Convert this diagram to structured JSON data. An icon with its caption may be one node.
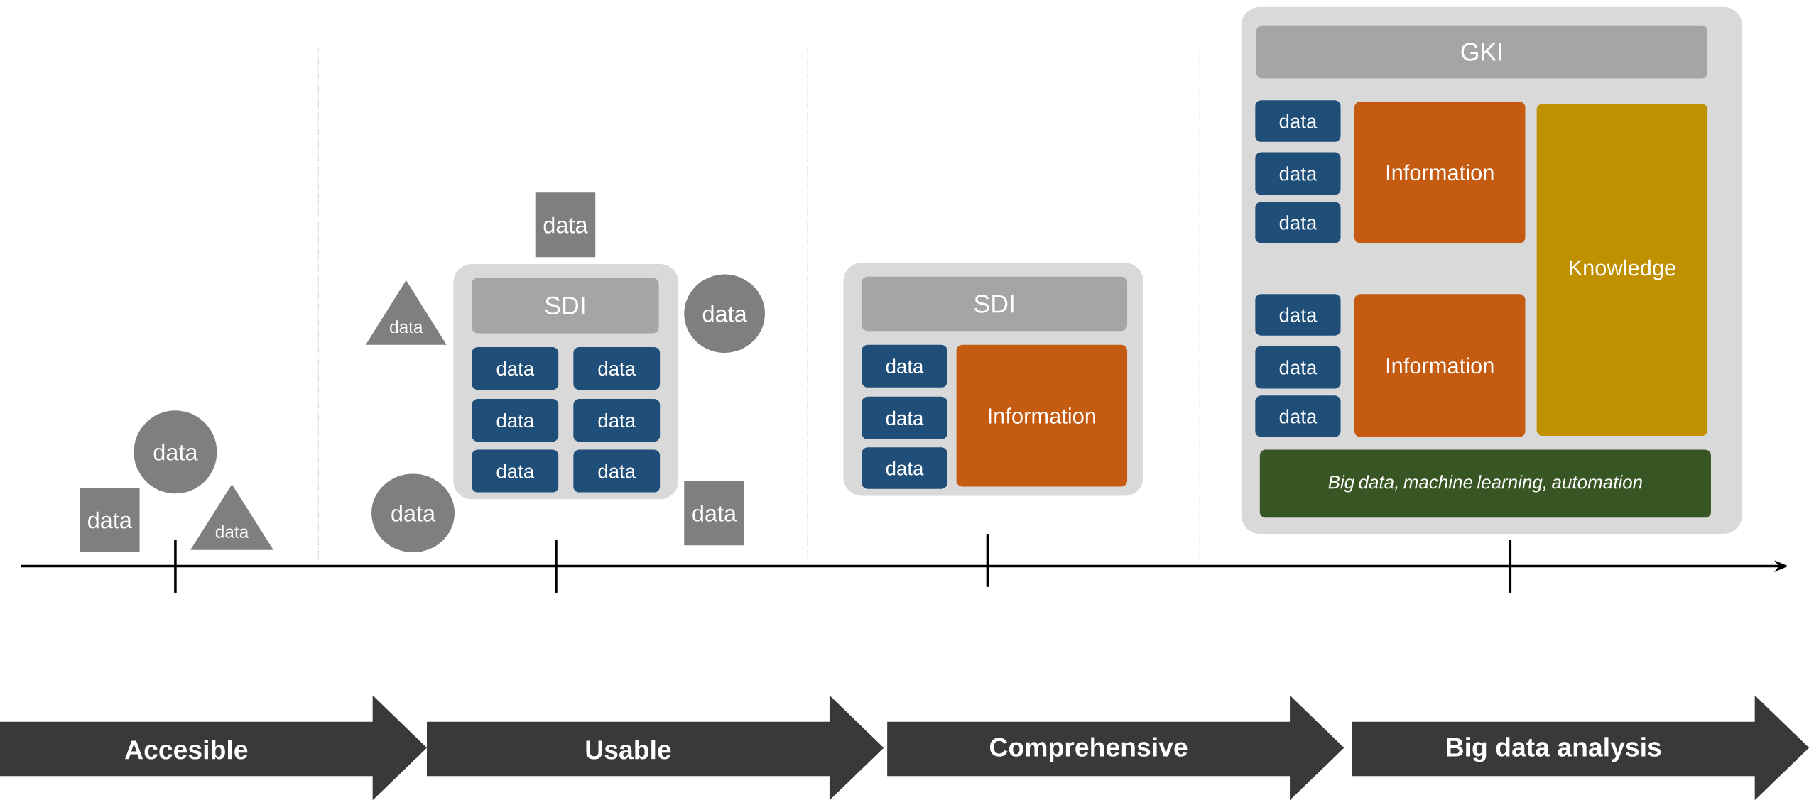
{
  "diagram": {
    "nodes": [
      {
        "text": [
          "data"
        ]
      },
      {
        "text": [
          "data"
        ]
      },
      {
        "text": [
          "data"
        ]
      },
      {
        "text": [
          "data"
        ]
      },
      {
        "text": [
          "data"
        ]
      },
      {
        "text": [],
        "shape": "box"
      },
      {
        "text": [
          "SDI"
        ],
        "in": 5
      },
      {
        "text": [
          "data"
        ],
        "in": 5
      },
      {
        "text": [
          "data"
        ],
        "in": 5
      },
      {
        "text": [
          "data"
        ],
        "in": 5
      },
      {
        "text": [
          "data"
        ],
        "in": 5
      },
      {
        "text": [
          "data"
        ],
        "in": 5
      },
      {
        "text": [
          "data"
        ],
        "in": 5
      },
      {
        "text": [
          "data"
        ]
      },
      {
        "text": [
          "data"
        ]
      },
      {
        "text": [
          "data"
        ]
      },
      {
        "text": [],
        "shape": "box"
      },
      {
        "text": [
          "SDI"
        ],
        "in": 16
      },
      {
        "text": [
          "data"
        ],
        "in": 16
      },
      {
        "text": [
          "data"
        ],
        "in": 16
      },
      {
        "text": [
          "data"
        ],
        "in": 16
      },
      {
        "text": [
          "Information"
        ],
        "in": 16
      },
      {
        "text": [],
        "shape": "box"
      },
      {
        "text": [
          "GKI"
        ],
        "in": 22
      },
      {
        "text": [
          "data"
        ],
        "in": 22
      },
      {
        "text": [
          "data"
        ],
        "in": 22
      },
      {
        "text": [
          "data"
        ],
        "in": 22
      },
      {
        "text": [
          "Information"
        ],
        "in": 22
      },
      {
        "text": [
          "data"
        ],
        "in": 22
      },
      {
        "text": [
          "data"
        ],
        "in": 22
      },
      {
        "text": [
          "data"
        ],
        "in": 22
      },
      {
        "text": [
          "Information"
        ],
        "in": 22
      },
      {
        "text": [
          "Knowledge"
        ],
        "in": 22
      },
      {
        "text": [
          "Big data, machine learning, automation"
        ],
        "in": 22
      },
      {
        "text": [
          "Accesible"
        ]
      },
      {
        "text": [
          "Usable"
        ]
      },
      {
        "text": [
          "Comprehensive"
        ]
      },
      {
        "text": [
          "Big data analysis"
        ]
      }
    ]
  }
}
